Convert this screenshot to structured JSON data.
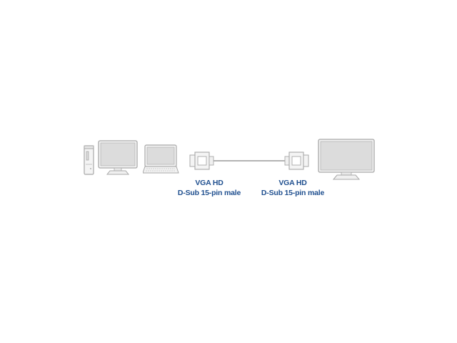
{
  "diagram": {
    "title": "",
    "colors": {
      "device_outline": "#a8a8a8",
      "device_fill": "#dcdcdc",
      "label_text": "#1f4f8f",
      "cable": "#9a9a9a"
    },
    "source_devices": [
      "desktop-tower",
      "desktop-monitor",
      "laptop"
    ],
    "target_devices": [
      "monitor"
    ],
    "connectors": [
      {
        "id": "left",
        "line1": "VGA HD",
        "line2": "D-Sub 15-pin male"
      },
      {
        "id": "right",
        "line1": "VGA HD",
        "line2": "D-Sub 15-pin male"
      }
    ]
  }
}
